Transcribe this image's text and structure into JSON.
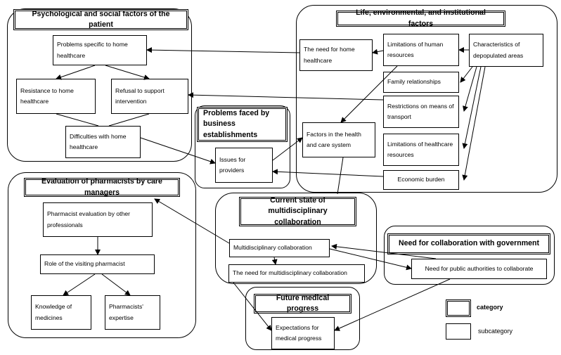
{
  "categories": {
    "psych": "Psychological and social factors of the patient",
    "life": "Life, environmental, and institutional factors",
    "business": "Problems faced by business establishments",
    "evaluation": "Evaluation of pharmacists by care managers",
    "current": "Current state of multidisciplinary collaboration",
    "government": "Need for collaboration with government",
    "future": "Future medical progress"
  },
  "subcategories": {
    "problems_specific": "Problems specific to home healthcare",
    "resistance": "Resistance to home healthcare",
    "refusal": "Refusal to support intervention",
    "difficulties": "Difficulties with home healthcare",
    "need_home": "The need for home healthcare",
    "limit_human": "Limitations of human resources",
    "characteristics": "Characteristics of depopulated areas",
    "family": "Family relationships",
    "restrictions": "Restrictions on means of transport",
    "factors_health": "Factors in the health and care system",
    "limit_healthcare": "Limitations of healthcare resources",
    "economic": "Economic burden",
    "issues_providers": "Issues for providers",
    "pharm_eval": "Pharmacist evaluation by other professionals",
    "role_visiting": "Role of the visiting pharmacist",
    "knowledge": "Knowledge of medicines",
    "expertise": "Pharmacists' expertise",
    "multi_collab": "Multidisciplinary collaboration",
    "need_multi": "The need for multidisciplinary collaboration",
    "need_public": "Need for public authorities to collaborate",
    "expectations": "Expectations for medical progress"
  },
  "legend": {
    "category_label": "category",
    "subcategory_label": "subcategory"
  },
  "colors": {
    "line": "#000000",
    "background": "#ffffff"
  }
}
